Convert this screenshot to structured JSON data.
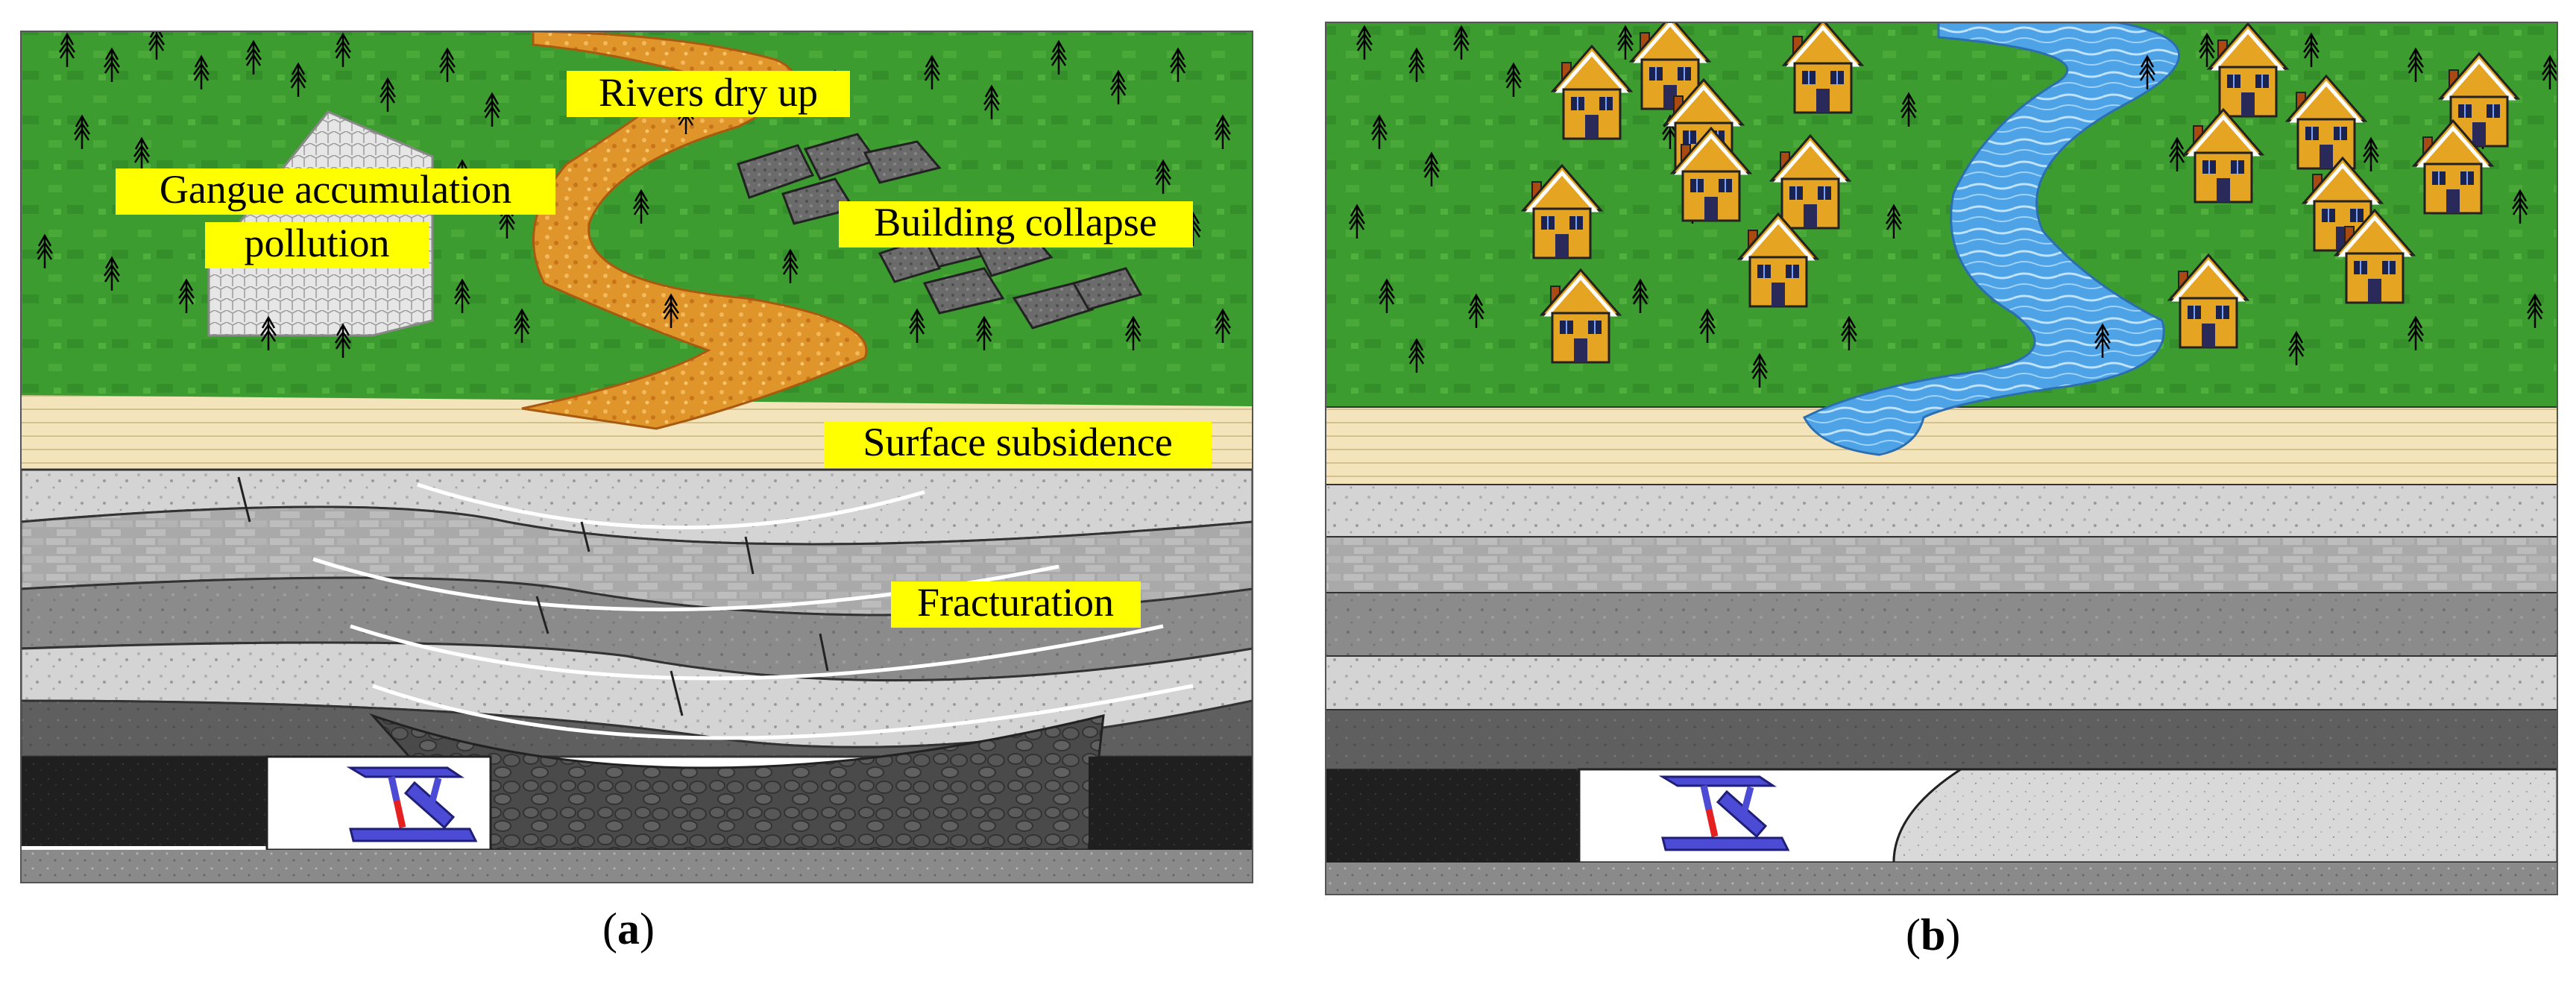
{
  "panel_a": {
    "caption_open": "(",
    "caption_letter": "a",
    "caption_close": ")",
    "labels": {
      "gangue_line1": "Gangue accumulation",
      "gangue_line2": "pollution",
      "rivers": "Rivers dry up",
      "building": "Building collapse",
      "subsidence": "Surface subsidence",
      "fracturation": "Fracturation"
    }
  },
  "panel_b": {
    "caption_open": "(",
    "caption_letter": "b",
    "caption_close": ")"
  },
  "colors": {
    "grass": "#3a9a2e",
    "label_bg": "#ffff00",
    "sand": "#f2e2b8",
    "river_dry": "#d98a1e",
    "river_water": "#4aa0e0",
    "house": "#e3a21a",
    "support": "#4a4ad8",
    "support_leg": "#e02020",
    "coal": "#1e1e1e",
    "rock_light": "#cfcfcf",
    "rock_mid": "#a8a8a8",
    "rock_dark": "#6a6a6a"
  },
  "icons": [
    "tree-icon",
    "house-icon",
    "hydraulic-support-icon",
    "gangue-pile-icon",
    "collapsed-building-icon"
  ]
}
